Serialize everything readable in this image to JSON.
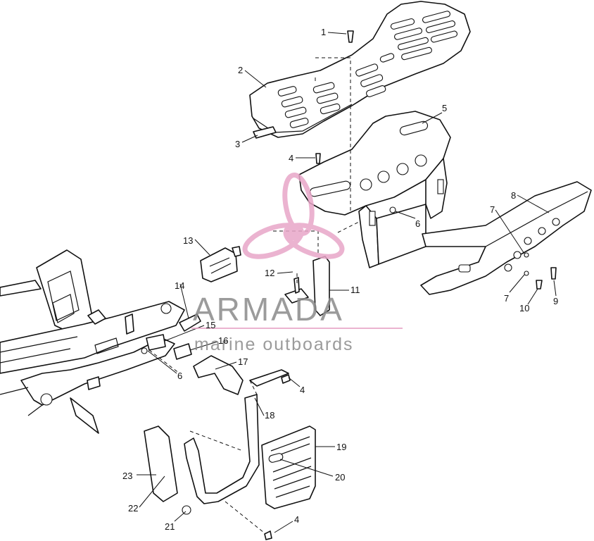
{
  "callouts": [
    "1",
    "2",
    "3",
    "4",
    "4",
    "4",
    "5",
    "6",
    "6",
    "7",
    "7",
    "8",
    "9",
    "10",
    "11",
    "12",
    "13",
    "14",
    "15",
    "16",
    "17",
    "18",
    "19",
    "20",
    "21",
    "22",
    "23"
  ],
  "watermark": {
    "title": "ARMADA",
    "subtitle": "marine outboards",
    "title_color": "#8a8a8a",
    "accent_color": "#e8a6c8"
  }
}
